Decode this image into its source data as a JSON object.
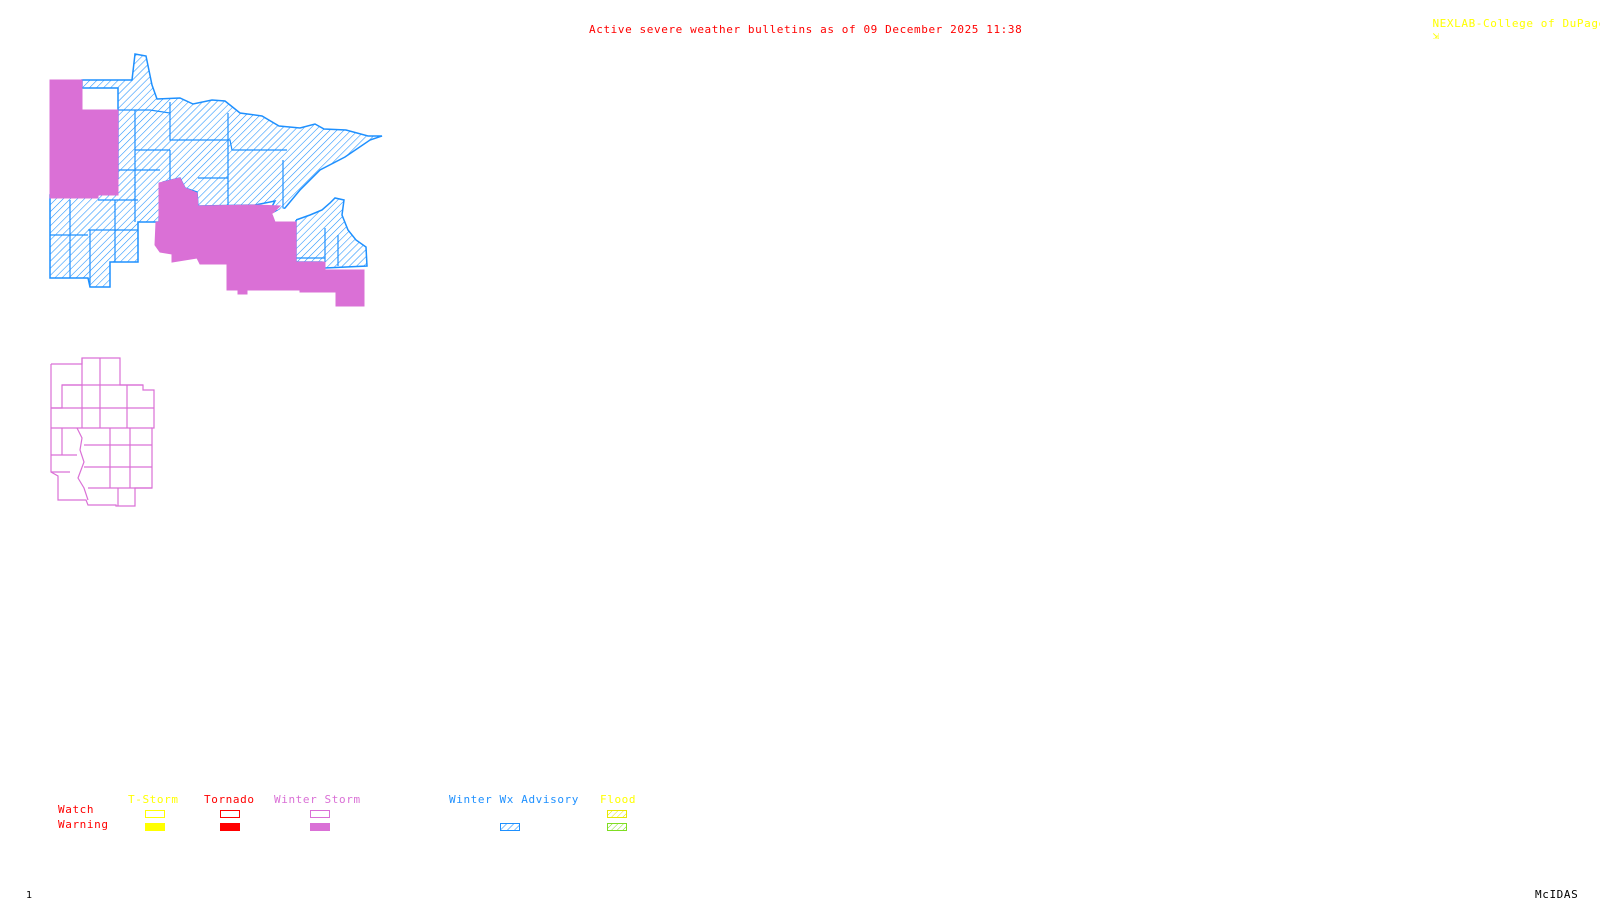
{
  "header": {
    "title": "Active severe weather bulletins as of 09 December 2025 11:38",
    "credit": "NEXLAB-College of DuPage",
    "credit_icon": "nexlab-logo-icon"
  },
  "footer": {
    "frame_number": "1",
    "software": "McIDAS"
  },
  "colors": {
    "thunderstorm": "#ffff00",
    "tornado": "#ff0000",
    "winter_storm": "#da70d6",
    "winter_wx_advisory": "#1e90ff",
    "flood_watch": "#ffff00",
    "flood_warning": "#7fdd22",
    "row_label": "#ff0000",
    "title": "#ff0000",
    "credit": "#ffff00"
  },
  "map": {
    "regions": [
      {
        "name": "northern-area",
        "warning_type": "Winter Storm Warning",
        "fill": "solid",
        "color": "#da70d6"
      },
      {
        "name": "northern-area",
        "warning_type": "Winter Wx Advisory",
        "fill": "hatched",
        "color": "#1e90ff"
      },
      {
        "name": "southern-area",
        "warning_type": "Winter Storm Watch",
        "fill": "outline",
        "color": "#da70d6"
      }
    ]
  },
  "legend": {
    "row_labels": [
      "Watch",
      "Warning"
    ],
    "categories": [
      {
        "label": "T-Storm",
        "color": "#ffff00",
        "watch": "outline",
        "warning": "solid"
      },
      {
        "label": "Tornado",
        "color": "#ff0000",
        "watch": "outline",
        "warning": "solid"
      },
      {
        "label": "Winter Storm",
        "color": "#da70d6",
        "watch": "outline",
        "warning": "solid"
      },
      {
        "label": "Winter Wx Advisory",
        "color": "#1e90ff",
        "watch": null,
        "warning": "hatched"
      },
      {
        "label": "Flood",
        "color": "#ffff00",
        "watch": "hatched",
        "warning": "hatched-green"
      }
    ]
  }
}
